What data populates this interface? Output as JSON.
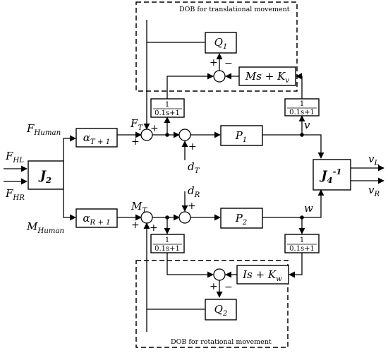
{
  "frames": {
    "top_caption": "DOB for translational movement",
    "bottom_caption": "DOB for rotational movement"
  },
  "inputs": {
    "f_hl": "F_HL",
    "f_hr": "F_HR",
    "f_human": "F_Human",
    "m_human": "M_Human"
  },
  "blocks": {
    "j2": "J_2",
    "alpha_t": "α_T + 1",
    "alpha_r": "α_R + 1",
    "p1": "P_1",
    "p2": "P_2",
    "q1": "Q_1",
    "q2": "Q_2",
    "ms_kv": "Ms + K_v",
    "is_kw": "Is + K_w",
    "j4_inv": "J_4^-1",
    "filter_num": "1",
    "filter_den": "0.1s+1"
  },
  "signals": {
    "f_t": "F_T",
    "m_t": "M_T",
    "d_t": "d_T",
    "d_r": "d_R",
    "v": "v",
    "w": "w",
    "v_l": "v_L",
    "v_r": "v_R"
  },
  "signs": {
    "plus": "+",
    "minus": "−"
  }
}
